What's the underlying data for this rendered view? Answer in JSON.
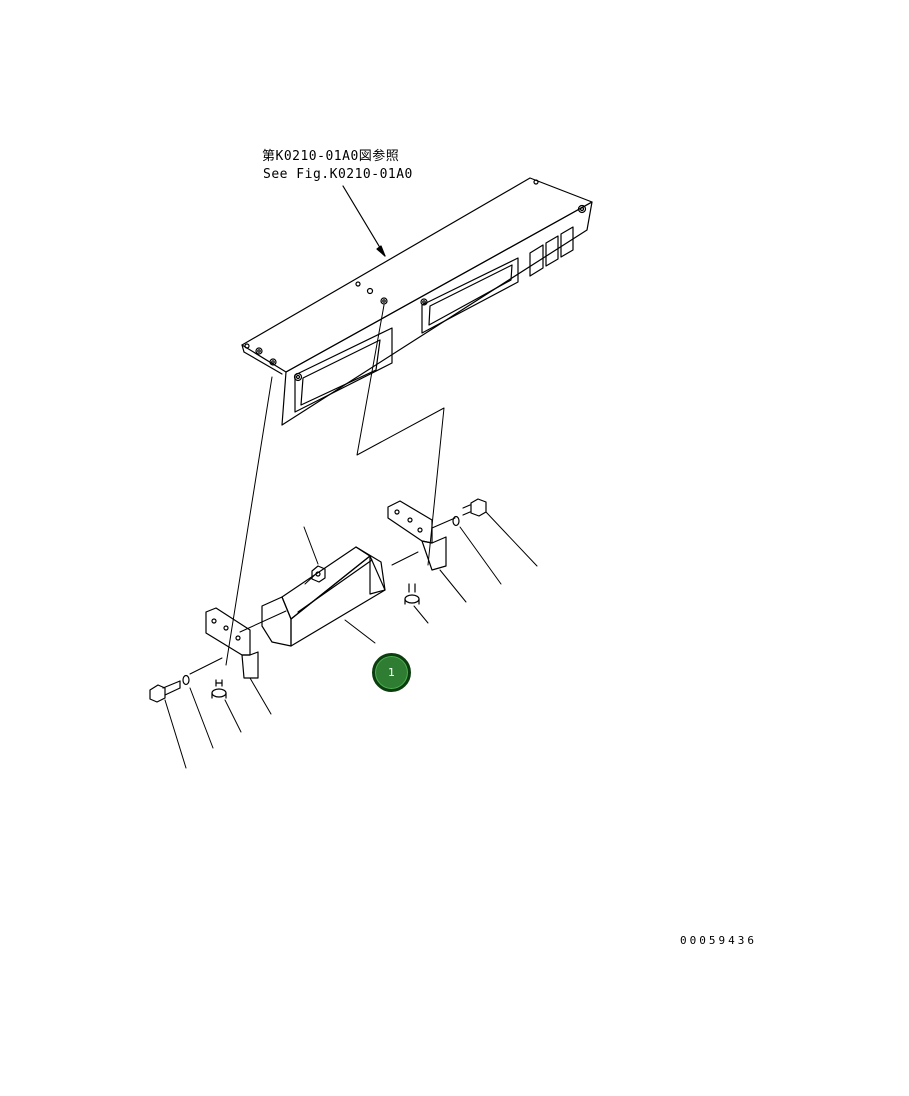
{
  "reference": {
    "japanese": "第K0210-01A0図参照",
    "english": "See Fig.K0210-01A0"
  },
  "callouts": [
    {
      "label": "1",
      "color": "#2e7d32"
    }
  ],
  "figure_id": "00059436"
}
